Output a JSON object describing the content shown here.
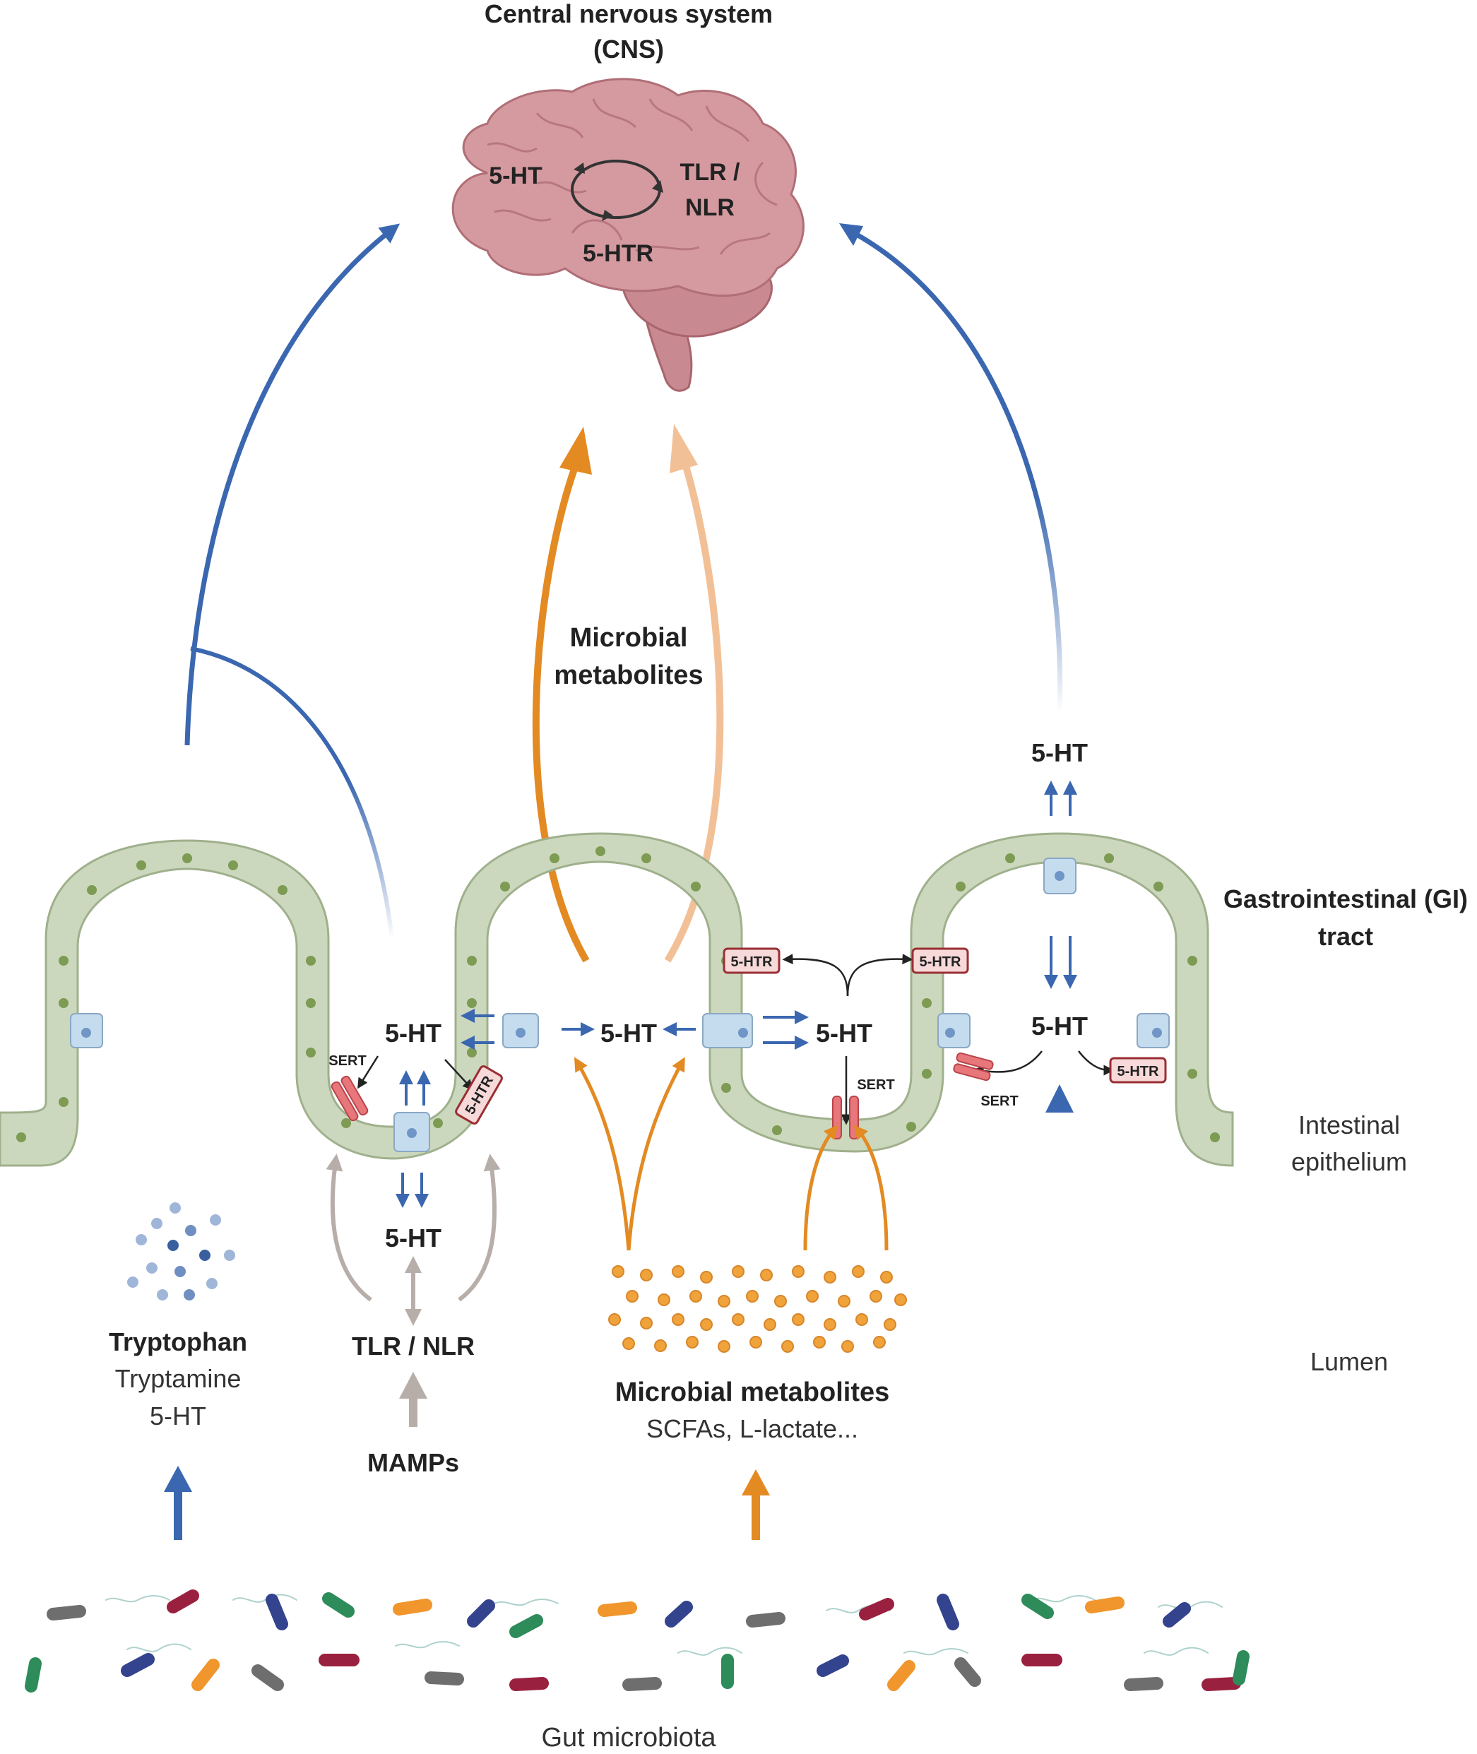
{
  "title_line1": "Central nervous system",
  "title_line2": "(CNS)",
  "brain": {
    "ht": "5-HT",
    "tlr_line1": "TLR /",
    "tlr_line2": "NLR",
    "htr": "5-HTR"
  },
  "microbial_metabolites_top_line1": "Microbial",
  "microbial_metabolites_top_line2": "metabolites",
  "right_labels": {
    "gi_line1": "Gastrointestinal (GI)",
    "gi_line2": "tract",
    "epithelium_line1": "Intestinal",
    "epithelium_line2": "epithelium",
    "lumen": "Lumen"
  },
  "serotonin_labels": {
    "left": "5-HT",
    "center": "5-HT",
    "center_right": "5-HT",
    "right": "5-HT",
    "right_top": "5-HT",
    "lower": "5-HT"
  },
  "receptors": {
    "htr": "5-HTR",
    "sert": "SERT"
  },
  "lumen_labels": {
    "tryptophan": "Tryptophan",
    "tryptamine": "Tryptamine",
    "ht": "5-HT",
    "tlr_nlr": "TLR / NLR",
    "mamps": "MAMPs",
    "metabolites_title": "Microbial metabolites",
    "metabolites_sub": "SCFAs, L-lactate..."
  },
  "bottom_label": "Gut microbiota",
  "colors": {
    "blue_arrow": "#3a67b0",
    "orange_arrow": "#e38a22",
    "light_orange_arrow": "#f2c096",
    "grey_arrow": "#b7aeaa",
    "brain": "#d59aa0",
    "epithelium": "#ccd8bd",
    "nucleus": "#7d9b53",
    "enterochromaffin_cell": "#c5dcef",
    "receptor": "#e8777c"
  }
}
